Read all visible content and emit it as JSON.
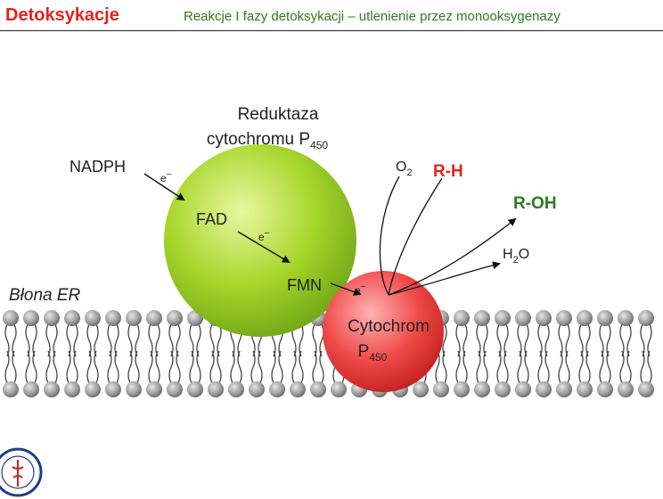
{
  "header": {
    "title": "Detoksykacje",
    "subtitle": "Reakcje I fazy detoksykacji – utlenienie przez monooksygenazy"
  },
  "diagram": {
    "reductase_label_line1": "Reduktaza",
    "reductase_label_line2": "cytochromu P",
    "reductase_label_sub": "450",
    "nadph": "NADPH",
    "fad": "FAD",
    "fmn": "FMN",
    "electron": "e",
    "electron_sign": "–",
    "membrane_label": "Błona ER",
    "cyt_label_line1": "Cytochrom",
    "cyt_label_line2": "P",
    "cyt_label_sub": "450",
    "o2": "O",
    "o2_sub": "2",
    "rh": "R-H",
    "roh": "R-OH",
    "h2o_h": "H",
    "h2o_sub": "2",
    "h2o_o": "O"
  },
  "colors": {
    "title": "#e3231f",
    "subtitle": "#2c7a1f",
    "rh": "#e3231f",
    "roh": "#2c7a1f",
    "green_sphere": "#a6d62a",
    "red_sphere": "#f04b4b",
    "lipid_head": "#999999"
  },
  "icons": {
    "logo": "university-seal-icon"
  }
}
